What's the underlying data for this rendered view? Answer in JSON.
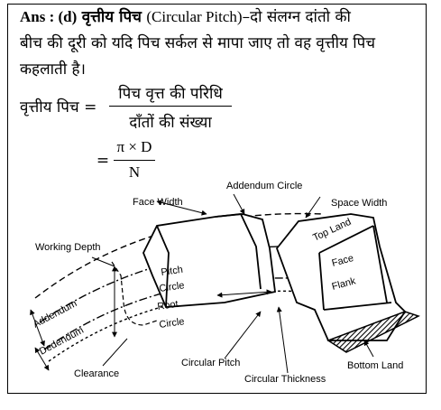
{
  "text": {
    "line1_prefix": "Ans : (d)",
    "line1_term": "वृत्तीय पिच",
    "line1_eng": "(Circular Pitch)",
    "line1_rest": "–दो संलग्न दांतो की",
    "line2": "बीच की दूरी को यदि पिच सर्कल से मापा जाए तो वह वृत्तीय पिच",
    "line3": "कहलाती है।"
  },
  "formula": {
    "lhs": "वृत्तीय पिच =",
    "num": "पिच वृत्त की परिधि",
    "den": "दाँतों की संख्या",
    "eq2": "=",
    "num2": "π × D",
    "den2": "N"
  },
  "diagram_labels": {
    "face_width": "Face Width",
    "addendum_circle": "Addendum Circle",
    "space_width": "Space Width",
    "working_depth": "Working Depth",
    "top_land": "Top Land",
    "face": "Face",
    "flank": "Flank",
    "pitch": "Pitch",
    "circle1": "Circle",
    "root": "Root",
    "circle2": "Circle",
    "addendum": "Addendum",
    "dedendum": "Dedendum",
    "clearance": "Clearance",
    "circular_pitch": "Circular Pitch",
    "circular_thickness": "Circular Thickness",
    "bottom_land": "Bottom Land"
  }
}
